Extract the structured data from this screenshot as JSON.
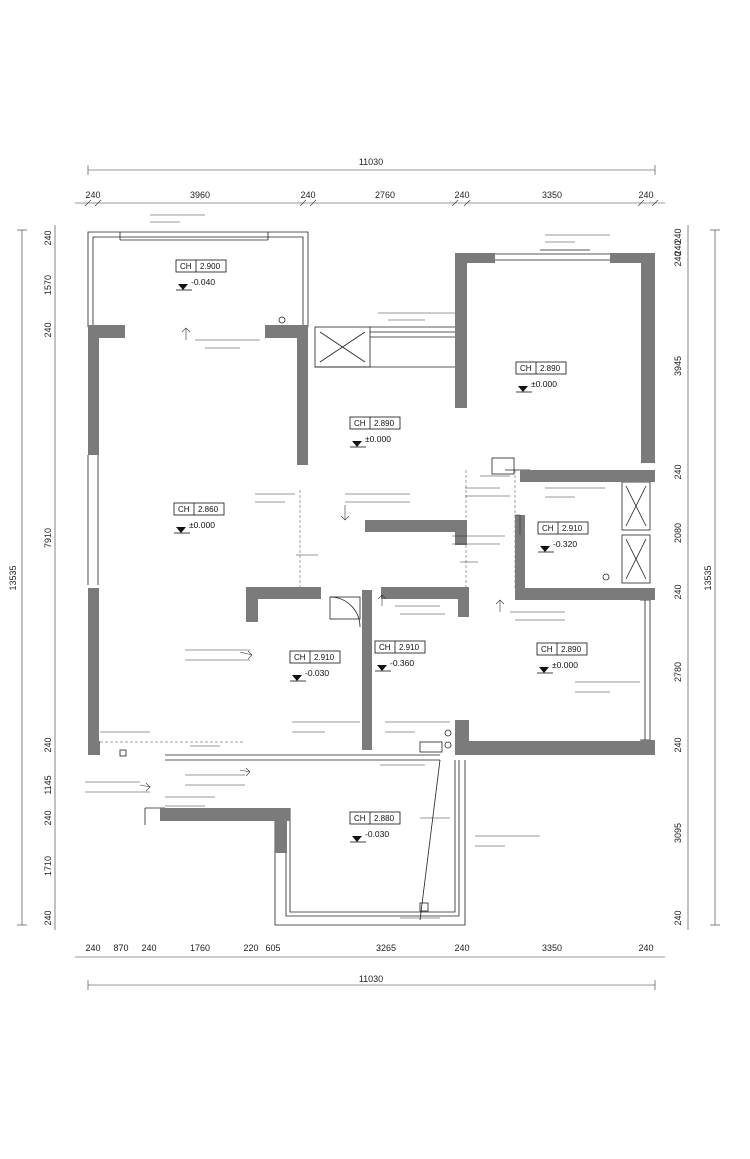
{
  "dimensions": {
    "top_total": "11030",
    "top_segments": [
      "240",
      "3960",
      "240",
      "2760",
      "240",
      "3350",
      "240"
    ],
    "bottom_total": "11030",
    "bottom_segments": [
      "240",
      "870",
      "240",
      "1760",
      "220",
      "605",
      "3265",
      "240",
      "3350",
      "240"
    ],
    "left_total": "13535",
    "left_segments": [
      "240",
      "1570",
      "240",
      "7910",
      "240",
      "1145",
      "240",
      "1710",
      "240"
    ],
    "right_total": "13535",
    "right_segments": [
      "240",
      "240",
      "240",
      "3945",
      "240",
      "2080",
      "240",
      "2780",
      "240",
      "3095",
      "240"
    ]
  },
  "ceiling_tags": [
    {
      "ch": "CH",
      "height": "2.900",
      "level": "-0.040"
    },
    {
      "ch": "CH",
      "height": "2.890",
      "level": "±0.000"
    },
    {
      "ch": "CH",
      "height": "2.890",
      "level": "±0.000"
    },
    {
      "ch": "CH",
      "height": "2.860",
      "level": "±0.000"
    },
    {
      "ch": "CH",
      "height": "2.910",
      "level": "-0.320"
    },
    {
      "ch": "CH",
      "height": "2.910",
      "level": "-0.030"
    },
    {
      "ch": "CH",
      "height": "2.910",
      "level": "-0.360"
    },
    {
      "ch": "CH",
      "height": "2.890",
      "level": "±0.000"
    },
    {
      "ch": "CH",
      "height": "2.880",
      "level": "-0.030"
    }
  ]
}
